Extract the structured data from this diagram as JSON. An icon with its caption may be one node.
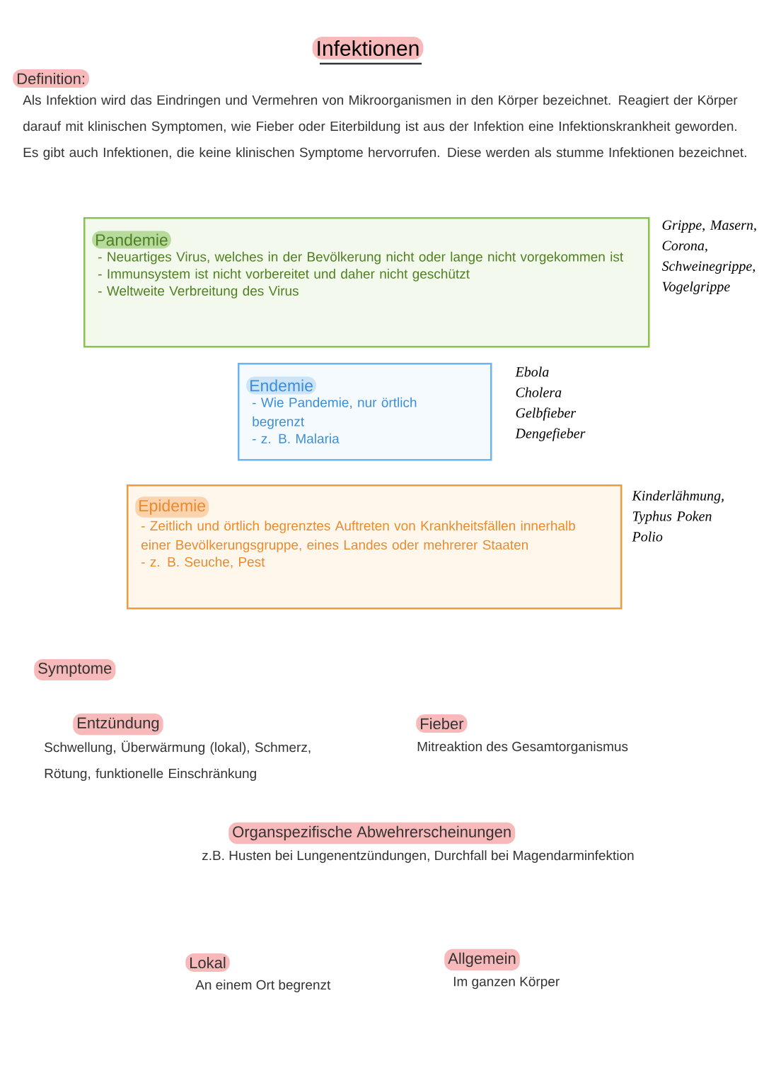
{
  "diagram": {
    "title": "Infektionen",
    "nodes": [
      {
        "text": [
          "Pandemie",
          "- Neuartiges Virus, welches in der Bevölkerung nicht oder lange nicht vorgekommen ist",
          "- Immunsystem ist nicht vorbereitet und daher nicht geschützt",
          "- Weltweite Verbreitung des Virus"
        ],
        "beside": [
          "Grippe, Masern, Corona, Schweinegrippe, Vogelgrippe"
        ]
      },
      {
        "text": [
          "Endemie",
          "- Wie Pandemie, nur örtlich begrenzt",
          "- z. B. Malaria"
        ],
        "beside": [
          "Ebola Cholera Gelbfieber Dengefieber"
        ]
      },
      {
        "text": [
          "Epidemie",
          "- Zeitlich und örtlich begrenztes Auftreten von Krankheitsfällen innerhalb einer Bevölkerungsgruppe, eines Landes oder mehrerer Staaten",
          "- z. B. Seuche, Pest"
        ],
        "beside": [
          "Kinderlähmung, Typhus Poken Polio"
        ]
      }
    ],
    "labels": [
      "Definition:",
      "Als Infektion wird das Eindringen und Vermehren von Mikroorganismen in den Körper bezeichnet. Reagiert der Körper darauf mit klinischen Symptomen, wie Fieber oder Eiterbildung ist aus der Infektion eine Infektionskrankheit geworden. Es gibt auch Infektionen, die keine klinischen Symptome hervorrufen. Diese werden als stumme Infektionen bezeichnet.",
      "Symptome",
      "Entzündung",
      "Schwellung, Überwärmung (lokal), Schmerz, Rötung, funktionelle Einschränkung",
      "Fieber",
      "Mitreaktion des Gesamtorganismus",
      "Organspezifische Abwehrerscheinungen",
      "z.B. Husten bei Lungenentzündungen, Durchfall bei Magendarminfektion",
      "Lokal",
      "An einem Ort begrenzt",
      "Allgemein",
      "Im ganzen Körper"
    ]
  }
}
